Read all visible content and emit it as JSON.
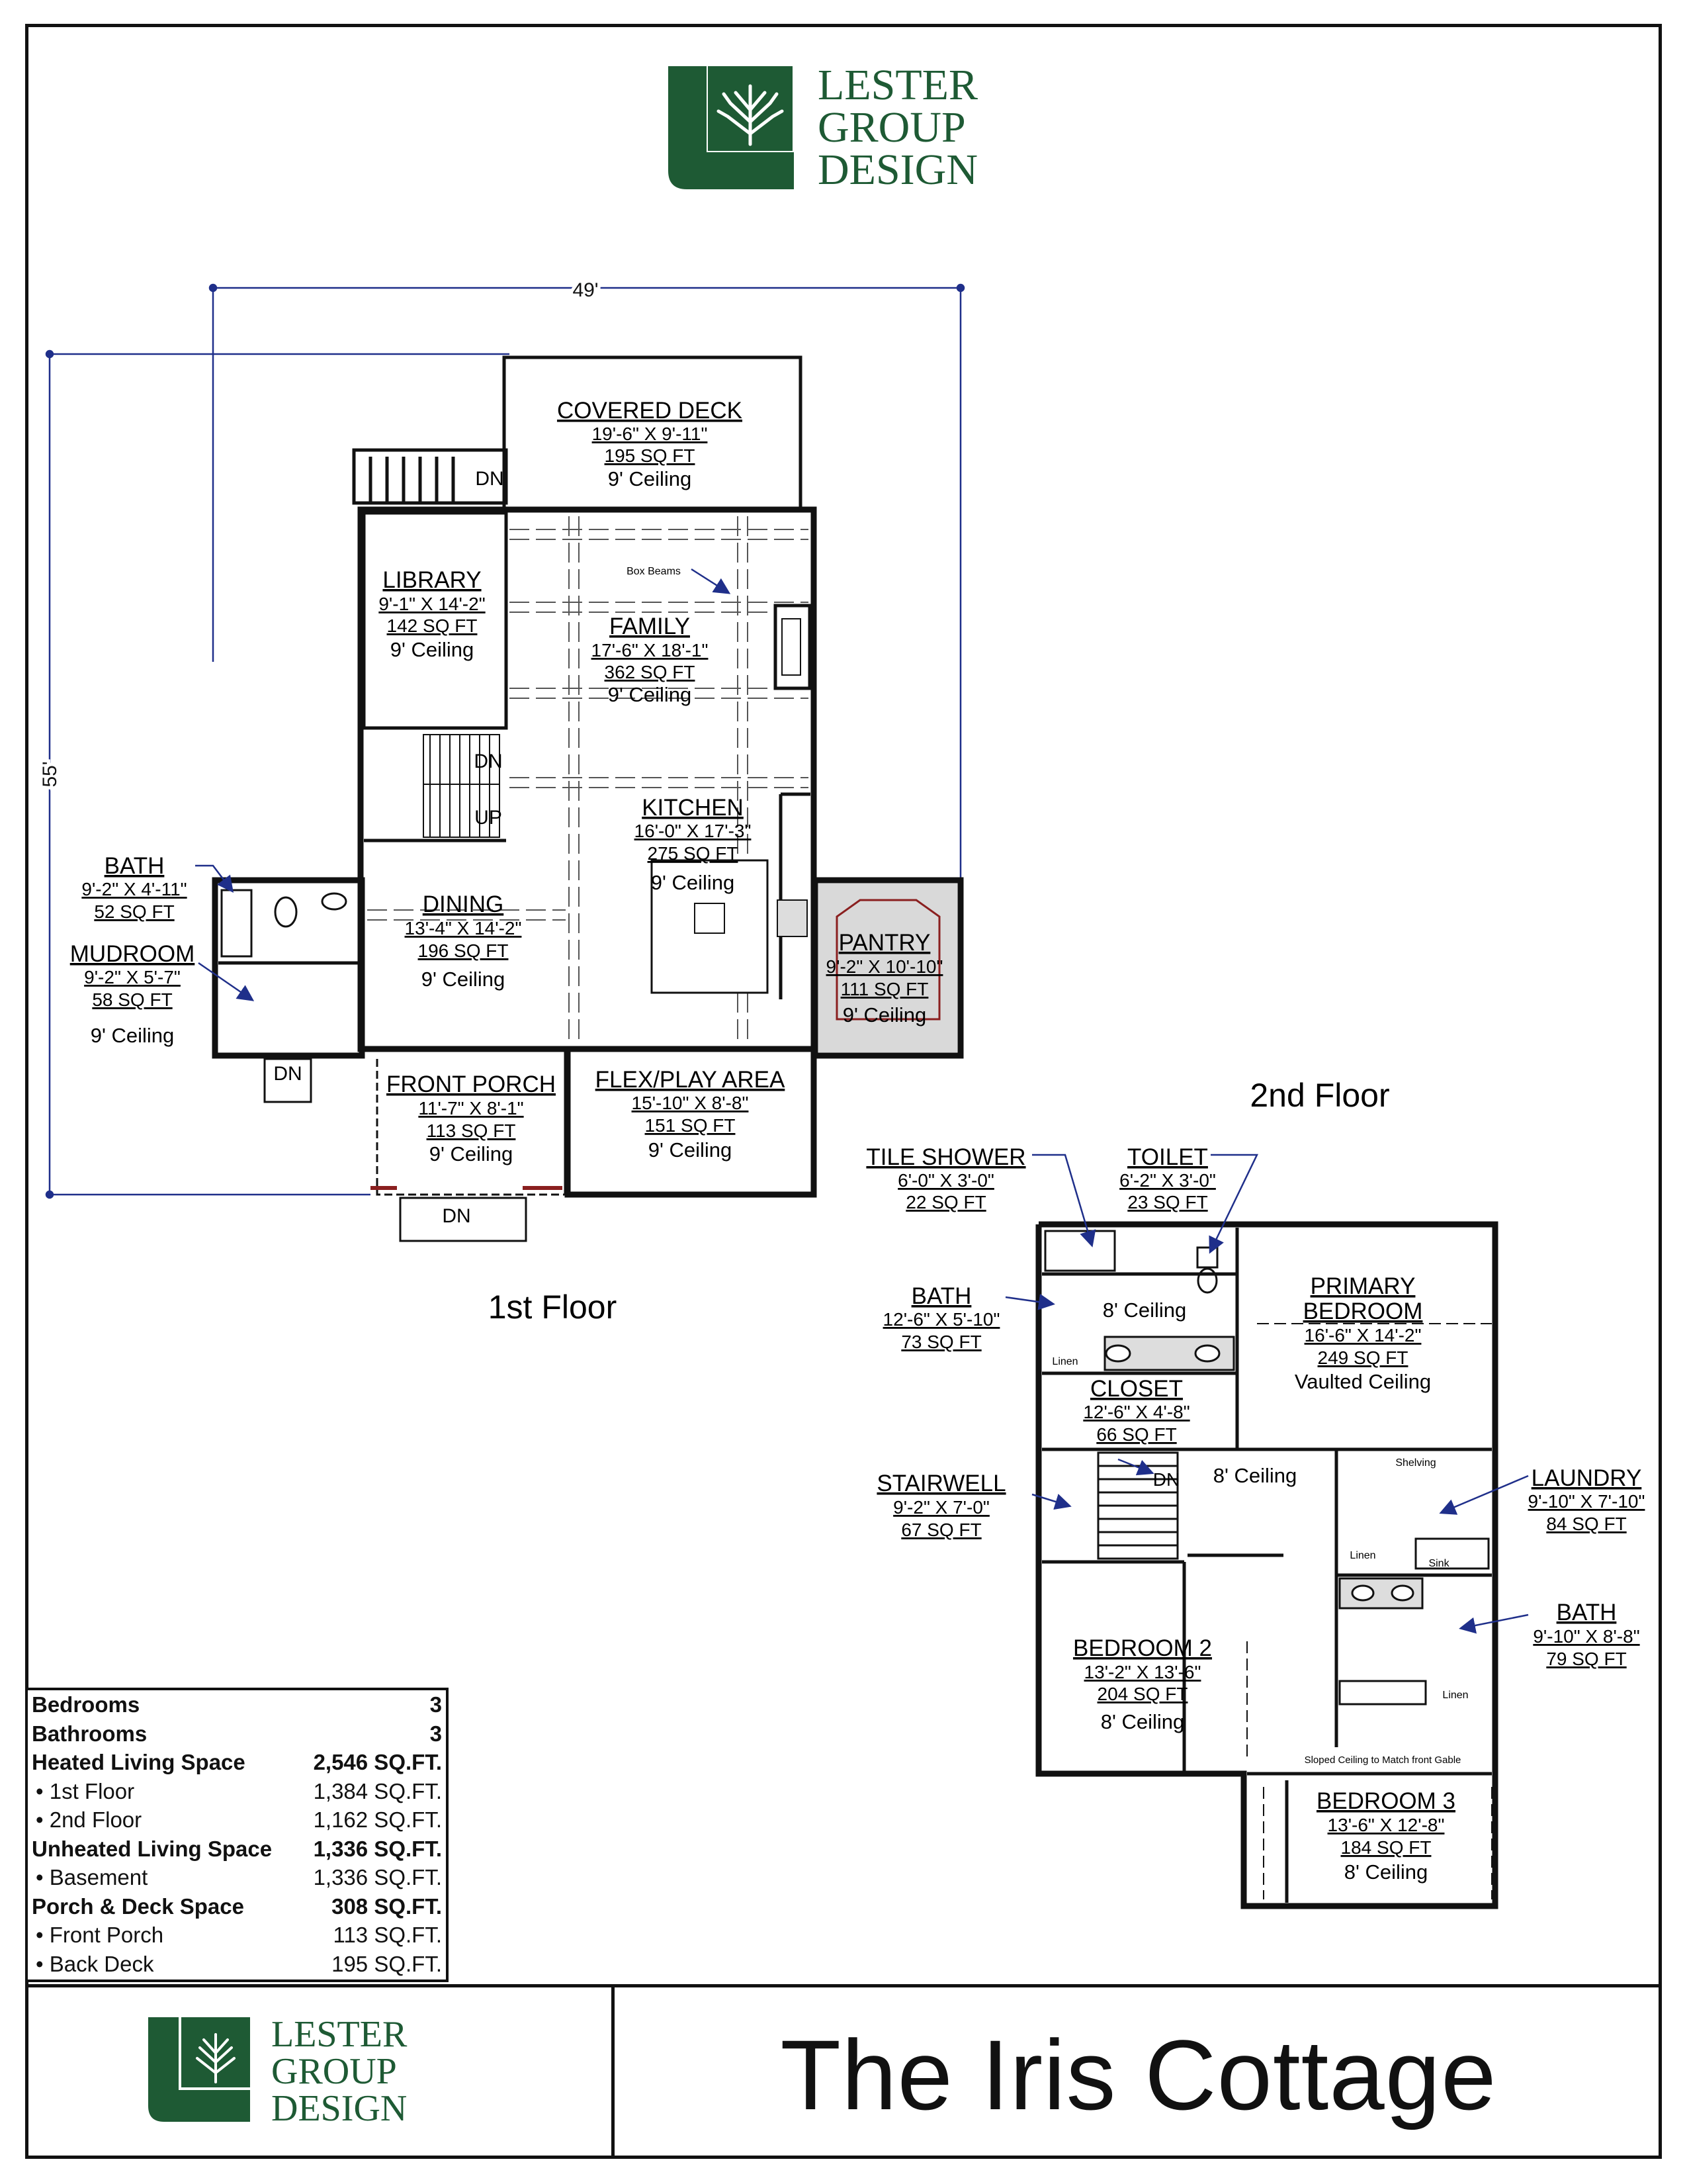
{
  "brand": {
    "line1": "LESTER",
    "line2": "GROUP",
    "line3": "DESIGN",
    "color": "#1e5a34"
  },
  "title": "The Iris Cottage",
  "floor1": {
    "label": "1st Floor",
    "dim_width": "49'",
    "dim_depth": "55'",
    "annotations": {
      "box_beams": "Box Beams",
      "dn": "DN",
      "up": "UP"
    },
    "rooms": {
      "covered_deck": {
        "name": "COVERED DECK",
        "size": "19'-6\" X 9'-11\"",
        "area": "195 SQ FT",
        "ceiling": "9' Ceiling"
      },
      "library": {
        "name": "LIBRARY",
        "size": "9'-1\" X 14'-2\"",
        "area": "142 SQ FT",
        "ceiling": "9' Ceiling"
      },
      "family": {
        "name": "FAMILY",
        "size": "17'-6\" X 18'-1\"",
        "area": "362 SQ FT",
        "ceiling": "9' Ceiling"
      },
      "kitchen": {
        "name": "KITCHEN",
        "size": "16'-0\" X 17'-3\"",
        "area": "275 SQ FT",
        "ceiling": "9' Ceiling"
      },
      "dining": {
        "name": "DINING",
        "size": "13'-4\" X 14'-2\"",
        "area": "196 SQ FT",
        "ceiling": "9' Ceiling"
      },
      "bath": {
        "name": "BATH",
        "size": "9'-2\" X 4'-11\"",
        "area": "52 SQ FT"
      },
      "mudroom": {
        "name": "MUDROOM",
        "size": "9'-2\" X 5'-7\"",
        "area": "58 SQ FT",
        "ceiling": "9' Ceiling"
      },
      "pantry": {
        "name": "PANTRY",
        "size": "9'-2\" X 10'-10\"",
        "area": "111 SQ FT",
        "ceiling": "9' Ceiling"
      },
      "front_porch": {
        "name": "FRONT PORCH",
        "size": "11'-7\" X 8'-1\"",
        "area": "113 SQ FT",
        "ceiling": "9' Ceiling"
      },
      "flex": {
        "name": "FLEX/PLAY AREA",
        "size": "15'-10\" X 8'-8\"",
        "area": "151 SQ FT",
        "ceiling": "9' Ceiling"
      }
    }
  },
  "floor2": {
    "label": "2nd Floor",
    "annotations": {
      "linen": "Linen",
      "shelving": "Shelving",
      "sink": "Sink",
      "dn": "DN",
      "hall_ceiling_upper": "8' Ceiling",
      "hall_ceiling_lower": "8' Ceiling",
      "sloped": "Sloped Ceiling to Match front Gable"
    },
    "rooms": {
      "tile_shower": {
        "name": "TILE SHOWER",
        "size": "6'-0\" X 3'-0\"",
        "area": "22 SQ FT"
      },
      "toilet": {
        "name": "TOILET",
        "size": "6'-2\" X 3'-0\"",
        "area": "23 SQ FT"
      },
      "bath_primary": {
        "name": "BATH",
        "size": "12'-6\" X 5'-10\"",
        "area": "73 SQ FT"
      },
      "primary_bedroom": {
        "name1": "PRIMARY",
        "name2": "BEDROOM",
        "size": "16'-6\" X 14'-2\"",
        "area": "249 SQ FT",
        "ceiling": "Vaulted Ceiling"
      },
      "closet": {
        "name": "CLOSET",
        "size": "12'-6\" X 4'-8\"",
        "area": "66 SQ FT"
      },
      "stairwell": {
        "name": "STAIRWELL",
        "size": "9'-2\" X 7'-0\"",
        "area": "67 SQ FT"
      },
      "laundry": {
        "name": "LAUNDRY",
        "size": "9'-10\" X 7'-10\"",
        "area": "84 SQ FT"
      },
      "bath2": {
        "name": "BATH",
        "size": "9'-10\" X 8'-8\"",
        "area": "79 SQ FT"
      },
      "bedroom2": {
        "name": "BEDROOM 2",
        "size": "13'-2\" X 13'-6\"",
        "area": "204 SQ FT",
        "ceiling": "8' Ceiling"
      },
      "bedroom3": {
        "name": "BEDROOM 3",
        "size": "13'-6\" X 12'-8\"",
        "area": "184 SQ FT",
        "ceiling": "8' Ceiling"
      }
    }
  },
  "summary": [
    {
      "label": "Bedrooms",
      "value": "3",
      "bold": true,
      "sub": false
    },
    {
      "label": "Bathrooms",
      "value": "3",
      "bold": true,
      "sub": false
    },
    {
      "label": "Heated Living Space",
      "value": "2,546 SQ.FT.",
      "bold": true,
      "sub": false
    },
    {
      "label": "• 1st Floor",
      "value": "1,384 SQ.FT.",
      "bold": false,
      "sub": true
    },
    {
      "label": "• 2nd Floor",
      "value": "1,162 SQ.FT.",
      "bold": false,
      "sub": true
    },
    {
      "label": "Unheated Living Space",
      "value": "1,336 SQ.FT.",
      "bold": true,
      "sub": false
    },
    {
      "label": "• Basement",
      "value": "1,336 SQ.FT.",
      "bold": false,
      "sub": true
    },
    {
      "label": "Porch & Deck Space",
      "value": "308 SQ.FT.",
      "bold": true,
      "sub": false
    },
    {
      "label": "• Front Porch",
      "value": "113 SQ.FT.",
      "bold": false,
      "sub": true
    },
    {
      "label": "• Back Deck",
      "value": "195 SQ.FT.",
      "bold": false,
      "sub": true
    }
  ]
}
